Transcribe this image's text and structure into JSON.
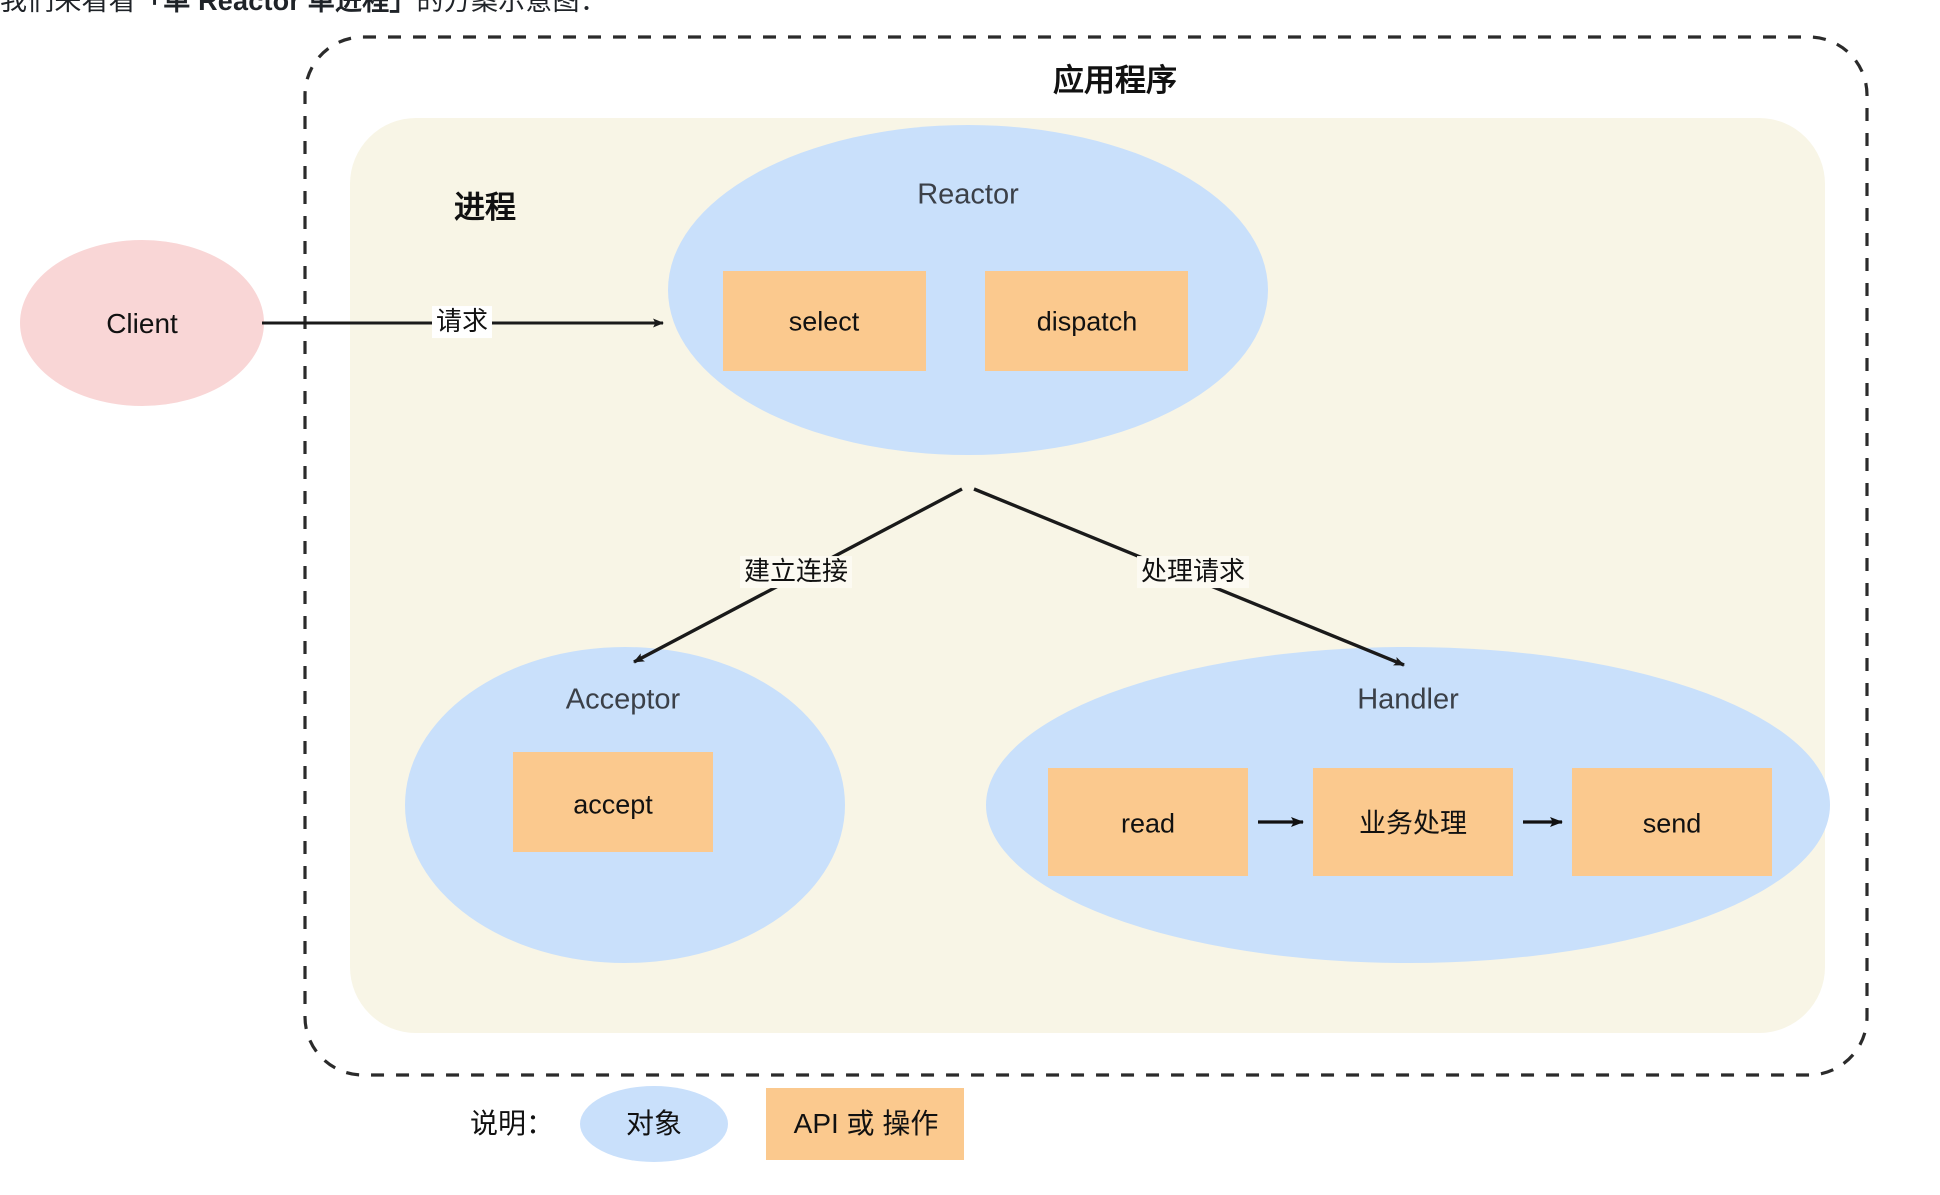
{
  "page": {
    "intro_caption_prefix": "我们来看看",
    "intro_caption_bold": "「单 Reactor 单进程」",
    "intro_caption_suffix": "的方案示意图："
  },
  "colors": {
    "object_ellipse": "#c9e0fb",
    "client_ellipse": "#f9d6d6",
    "api_box": "#fbc98e",
    "process_panel": "#f8f5e6",
    "dashed_border": "#2b2b2b",
    "arrow": "#1a1a1a",
    "page_background": "#ffffff"
  },
  "diagram": {
    "app_boundary_title": "应用程序",
    "process_panel_title": "进程",
    "client": {
      "label": "Client"
    },
    "edges": [
      {
        "id": "client-to-reactor",
        "label": "请求",
        "from": "client",
        "to": "reactor"
      },
      {
        "id": "reactor-to-acceptor",
        "label": "建立连接",
        "from": "reactor",
        "to": "acceptor"
      },
      {
        "id": "reactor-to-handler",
        "label": "处理请求",
        "from": "reactor",
        "to": "handler"
      },
      {
        "id": "read-to-business",
        "label": "",
        "from": "read",
        "to": "business"
      },
      {
        "id": "business-to-send",
        "label": "",
        "from": "business",
        "to": "send"
      }
    ],
    "objects": [
      {
        "id": "reactor",
        "title": "Reactor",
        "operations": [
          {
            "id": "select",
            "label": "select"
          },
          {
            "id": "dispatch",
            "label": "dispatch"
          }
        ]
      },
      {
        "id": "acceptor",
        "title": "Acceptor",
        "operations": [
          {
            "id": "accept",
            "label": "accept"
          }
        ]
      },
      {
        "id": "handler",
        "title": "Handler",
        "operations": [
          {
            "id": "read",
            "label": "read"
          },
          {
            "id": "business",
            "label": "业务处理"
          },
          {
            "id": "send",
            "label": "send"
          }
        ]
      }
    ]
  },
  "legend": {
    "title": "说明：",
    "items": [
      {
        "id": "object",
        "label": "对象",
        "shape": "ellipse"
      },
      {
        "id": "api-or-operation",
        "label": "API 或 操作",
        "shape": "rect"
      }
    ]
  }
}
